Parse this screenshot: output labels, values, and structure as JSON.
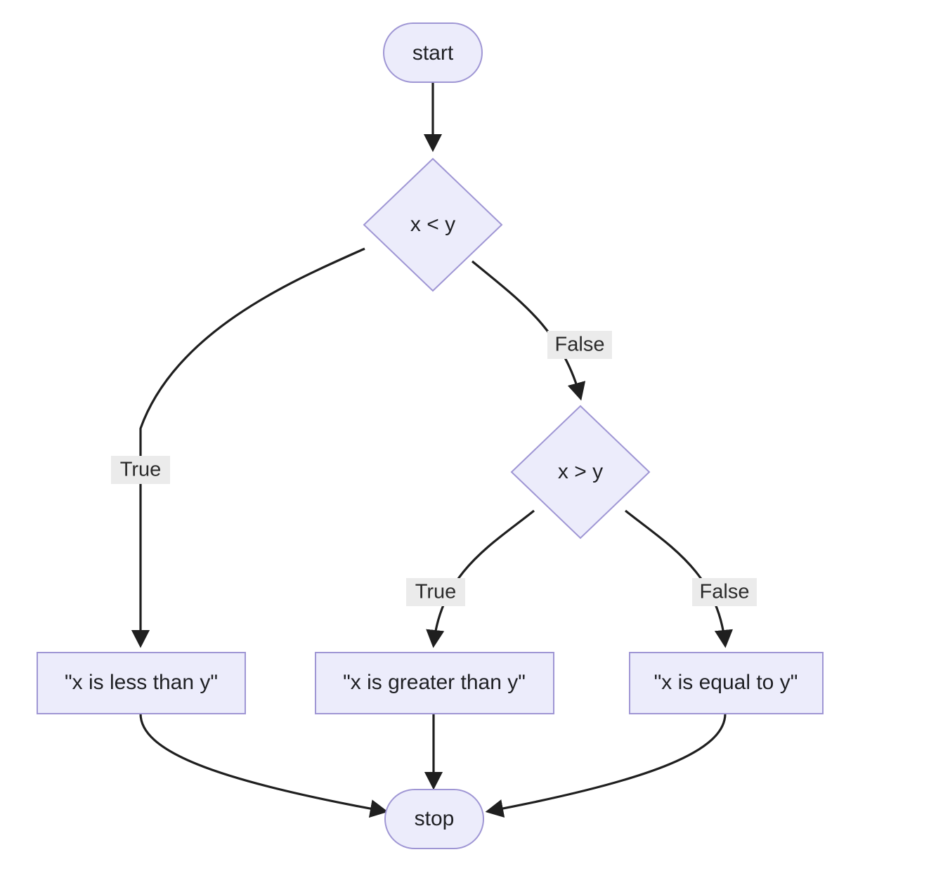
{
  "diagram": {
    "type": "flowchart",
    "background_color": "#ffffff",
    "node_fill_color": "#ececfb",
    "node_border_color": "#9f96d4",
    "edge_color": "#1f1f1f",
    "edge_label_background": "#ebebeb",
    "text_color": "#1f2024",
    "nodes": [
      {
        "id": "start",
        "label": "start",
        "shape": "stadium"
      },
      {
        "id": "cond1",
        "label": "x < y",
        "shape": "diamond"
      },
      {
        "id": "cond2",
        "label": "x > y",
        "shape": "diamond"
      },
      {
        "id": "less",
        "label": "\"x is less than y\"",
        "shape": "rectangle"
      },
      {
        "id": "greater",
        "label": "\"x is greater than y\"",
        "shape": "rectangle"
      },
      {
        "id": "equal",
        "label": "\"x is equal to y\"",
        "shape": "rectangle"
      },
      {
        "id": "stop",
        "label": "stop",
        "shape": "stadium"
      }
    ],
    "edges": [
      {
        "from": "start",
        "to": "cond1",
        "label": ""
      },
      {
        "from": "cond1",
        "to": "less",
        "label": "True"
      },
      {
        "from": "cond1",
        "to": "cond2",
        "label": "False"
      },
      {
        "from": "cond2",
        "to": "greater",
        "label": "True"
      },
      {
        "from": "cond2",
        "to": "equal",
        "label": "False"
      },
      {
        "from": "less",
        "to": "stop",
        "label": ""
      },
      {
        "from": "greater",
        "to": "stop",
        "label": ""
      },
      {
        "from": "equal",
        "to": "stop",
        "label": ""
      }
    ]
  }
}
